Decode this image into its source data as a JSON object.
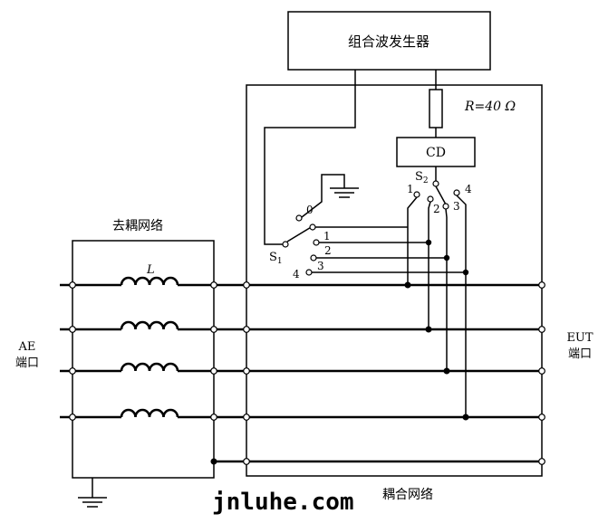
{
  "labels": {
    "generator": "组合波发生器",
    "resistor": "R=40 Ω",
    "cd": "CD",
    "decoupling": "去耦网络",
    "coupling": "耦合网络",
    "ae_port_line1": "AE",
    "ae_port_line2": "端口",
    "eut_port_line1": "EUT",
    "eut_port_line2": "端口",
    "inductor": "L",
    "switch1": "S",
    "switch1_sub": "1",
    "switch2": "S",
    "switch2_sub": "2",
    "watermark": "jnluhe.com"
  },
  "switch1_positions": [
    "0",
    "1",
    "2",
    "3",
    "4"
  ],
  "switch2_positions": [
    "1",
    "2",
    "3",
    "4"
  ]
}
